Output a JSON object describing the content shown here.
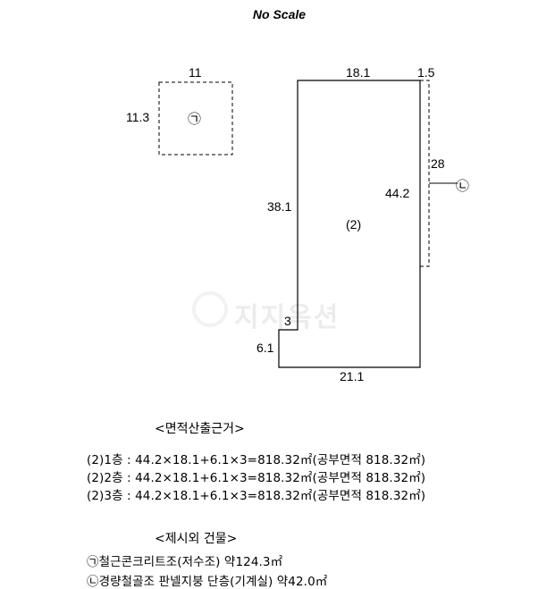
{
  "title": "No Scale",
  "watermark": "지지옥션",
  "annex_small": {
    "top_dim": "11",
    "side_dim": "11.3",
    "marker": "㉠"
  },
  "main_building": {
    "top_dim": "18.1",
    "top_right_dim": "1.5",
    "left_dim": "38.1",
    "right_dim": "44.2",
    "label": "(2)",
    "notch_top_dim": "3",
    "notch_side_dim": "6.1",
    "bottom_dim": "21.1"
  },
  "annex_side": {
    "dim": "28",
    "marker": "㉡"
  },
  "area_basis": {
    "heading": "<면적산출근거>",
    "lines": [
      "(2)1층 : 44.2×18.1+6.1×3=818.32㎡(공부면적 818.32㎡)",
      "(2)2층 : 44.2×18.1+6.1×3=818.32㎡(공부면적 818.32㎡)",
      "(2)3층 : 44.2×18.1+6.1×3=818.32㎡(공부면적 818.32㎡)"
    ]
  },
  "excluded_buildings": {
    "heading": "<제시외 건물>",
    "lines": [
      "㉠철근콘크리트조(저수조) 약124.3㎡",
      "㉡경량철골조 판넬지붕 단층(기계실) 약42.0㎡"
    ]
  }
}
